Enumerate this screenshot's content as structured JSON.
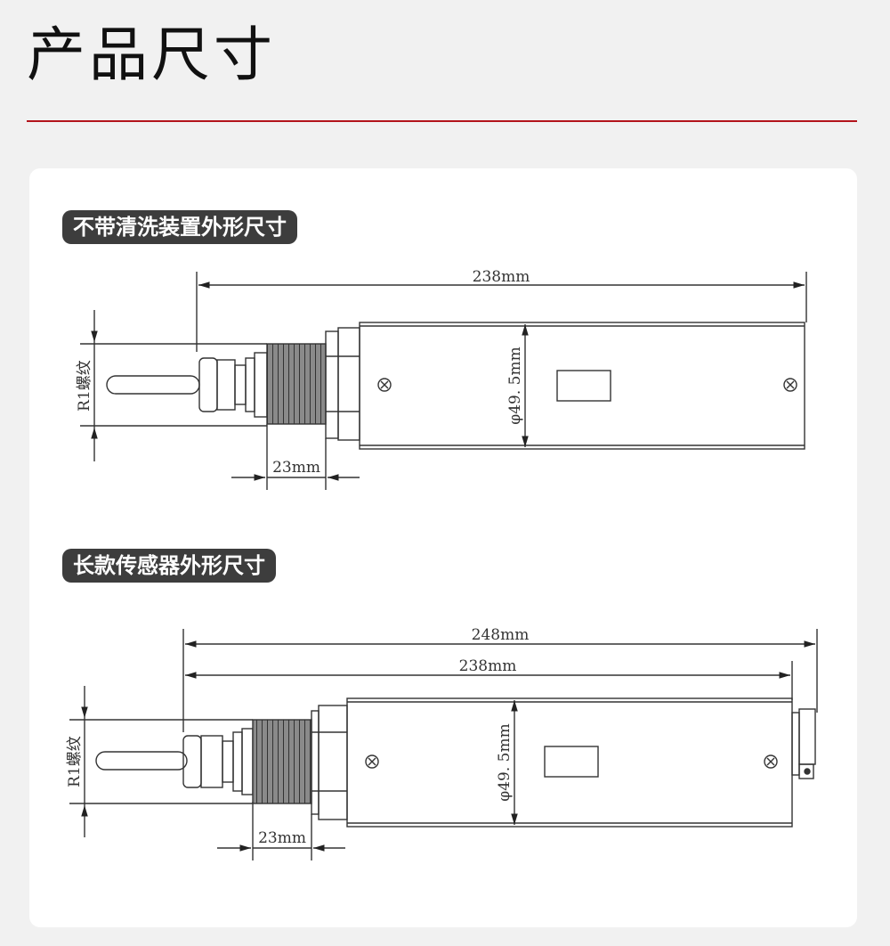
{
  "header": {
    "title": "产品尺寸"
  },
  "sections": [
    {
      "title": "不带清洗装置外形尺寸",
      "dims": {
        "total_length": "238mm",
        "diameter": "φ49. 5mm",
        "thread_length": "23mm",
        "thread": "R1螺纹"
      }
    },
    {
      "title": "长款传感器外形尺寸",
      "dims": {
        "overall_length": "248mm",
        "total_length": "238mm",
        "diameter": "φ49. 5mm",
        "thread_length": "23mm",
        "thread": "R1螺纹"
      }
    }
  ],
  "colors": {
    "accent_rule": "#b3141c",
    "pill_bg": "#3d3d3d",
    "line": "#333333"
  }
}
